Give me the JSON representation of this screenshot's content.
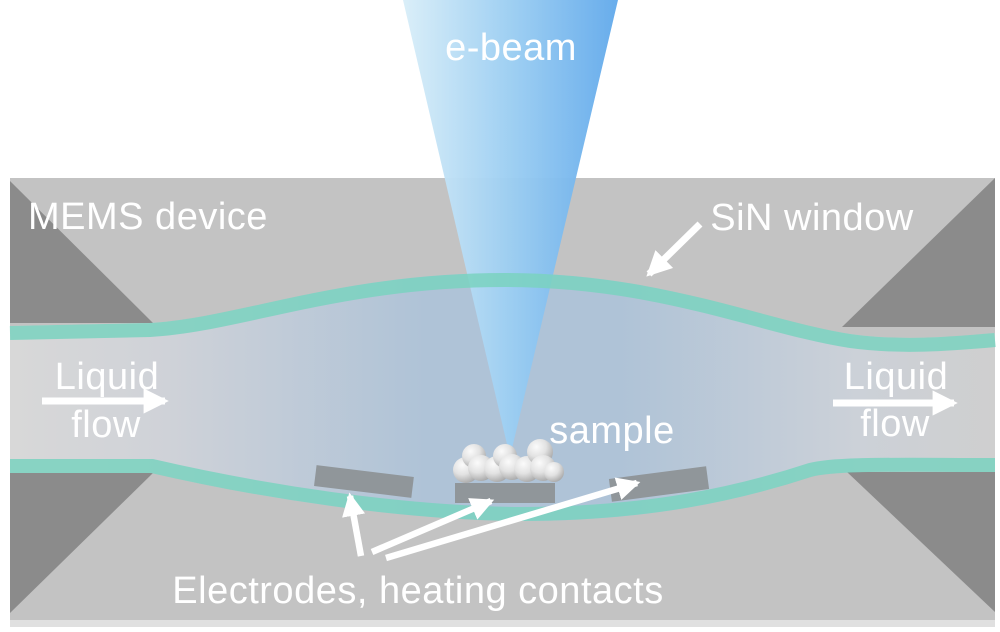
{
  "figure": {
    "labels": {
      "ebeam": "e-beam",
      "mems": "MEMS device",
      "sin_window": "SiN window",
      "liquid_left_line1": "Liquid",
      "liquid_left_line2": "flow",
      "liquid_right_line1": "Liquid",
      "liquid_right_line2": "flow",
      "sample": "sample",
      "electrodes": "Electrodes, heating contacts"
    },
    "colors": {
      "beam_light": "#d9eef8",
      "beam_mid": "#9ccef2",
      "beam_dark": "#63aaeb",
      "membrane_teal": "#7ad2c0",
      "body_gray": "#c3c3c3",
      "body_edge_gray": "#e0e0e0",
      "wedge_gray": "#8b8b8b",
      "electrode_gray": "#90969a",
      "liquid_edge": "#d8d8d8",
      "liquid_center": "#afc3d7",
      "label_white": "#ffffff",
      "sphere_light": "#fbfbfb",
      "sphere_dark": "#969696"
    }
  }
}
